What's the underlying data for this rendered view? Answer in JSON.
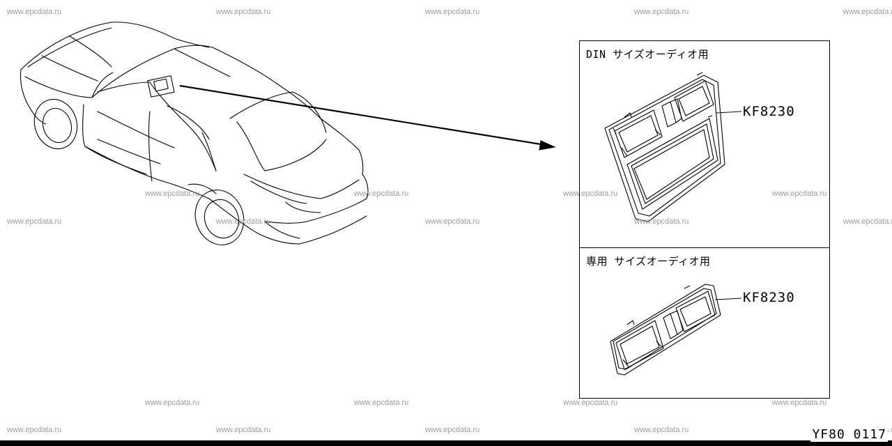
{
  "watermark": "www.epcdata.ru",
  "panels": [
    {
      "title": "DIN サイズオーディオ用",
      "part_number": "KF8230"
    },
    {
      "title": "専用 サイズオーディオ用",
      "part_number": "KF8230"
    }
  ],
  "diagram_code": "YF80 0117"
}
